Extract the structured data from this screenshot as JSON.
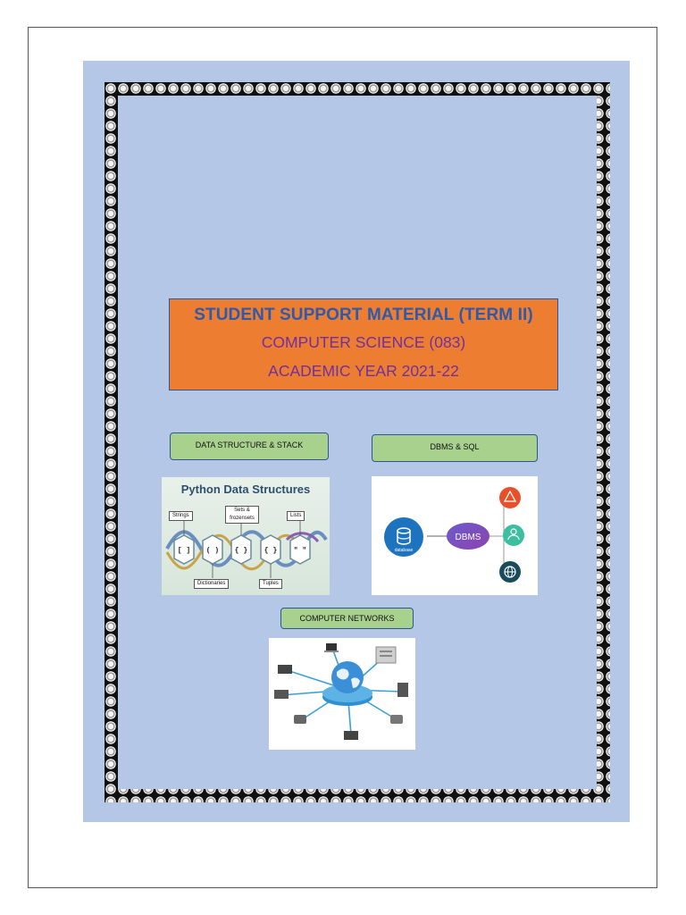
{
  "cover": {
    "title": "STUDENT SUPPORT MATERIAL (TERM II)",
    "subject": "COMPUTER SCIENCE (083)",
    "year": "ACADEMIC YEAR 2021-22"
  },
  "sections": {
    "data_structure": "DATA STRUCTURE & STACK",
    "dbms": "DBMS & SQL",
    "networks": "COMPUTER NETWORKS"
  },
  "python_image": {
    "title": "Python Data Structures",
    "tags": {
      "strings": "Strings",
      "sets": "Sets & frozensets",
      "lists": "Lists",
      "dictionaries": "Dictionaries",
      "tuples": "Tuples"
    },
    "symbols": [
      "[]",
      "()",
      "{}",
      "{}",
      "\" \""
    ]
  },
  "dbms_image": {
    "database_label": "database",
    "center_label": "DBMS"
  },
  "colors": {
    "background": "#b4c7e7",
    "title_box": "#ed7d31",
    "title_text": "#2e5aac",
    "subtitle_text": "#7030a0",
    "label_box": "#a9d18e"
  },
  "icons": [
    "database-icon",
    "alert-icon",
    "user-icon",
    "globe-icon",
    "globe-network-icon",
    "laptop-icon",
    "server-icon",
    "phone-icon"
  ]
}
